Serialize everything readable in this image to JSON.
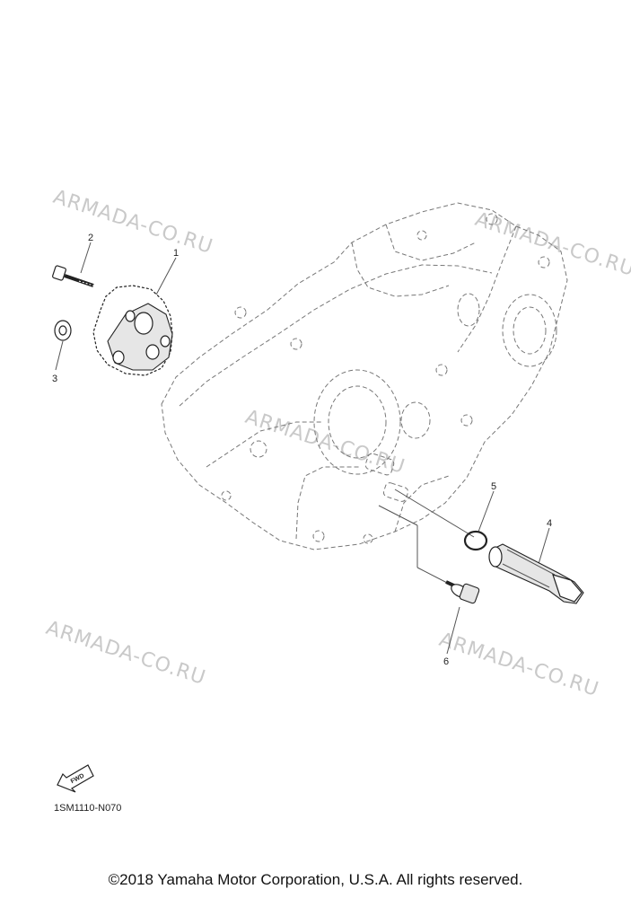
{
  "watermark_text": "ARMADA-CO.RU",
  "callouts": {
    "p1": "1",
    "p2": "2",
    "p3": "3",
    "p4": "4",
    "p5": "5",
    "p6": "6"
  },
  "fwd_label": "FWD",
  "figure_code": "1SM1110-N070",
  "copyright": "©2018 Yamaha Motor Corporation, U.S.A. All rights reserved."
}
